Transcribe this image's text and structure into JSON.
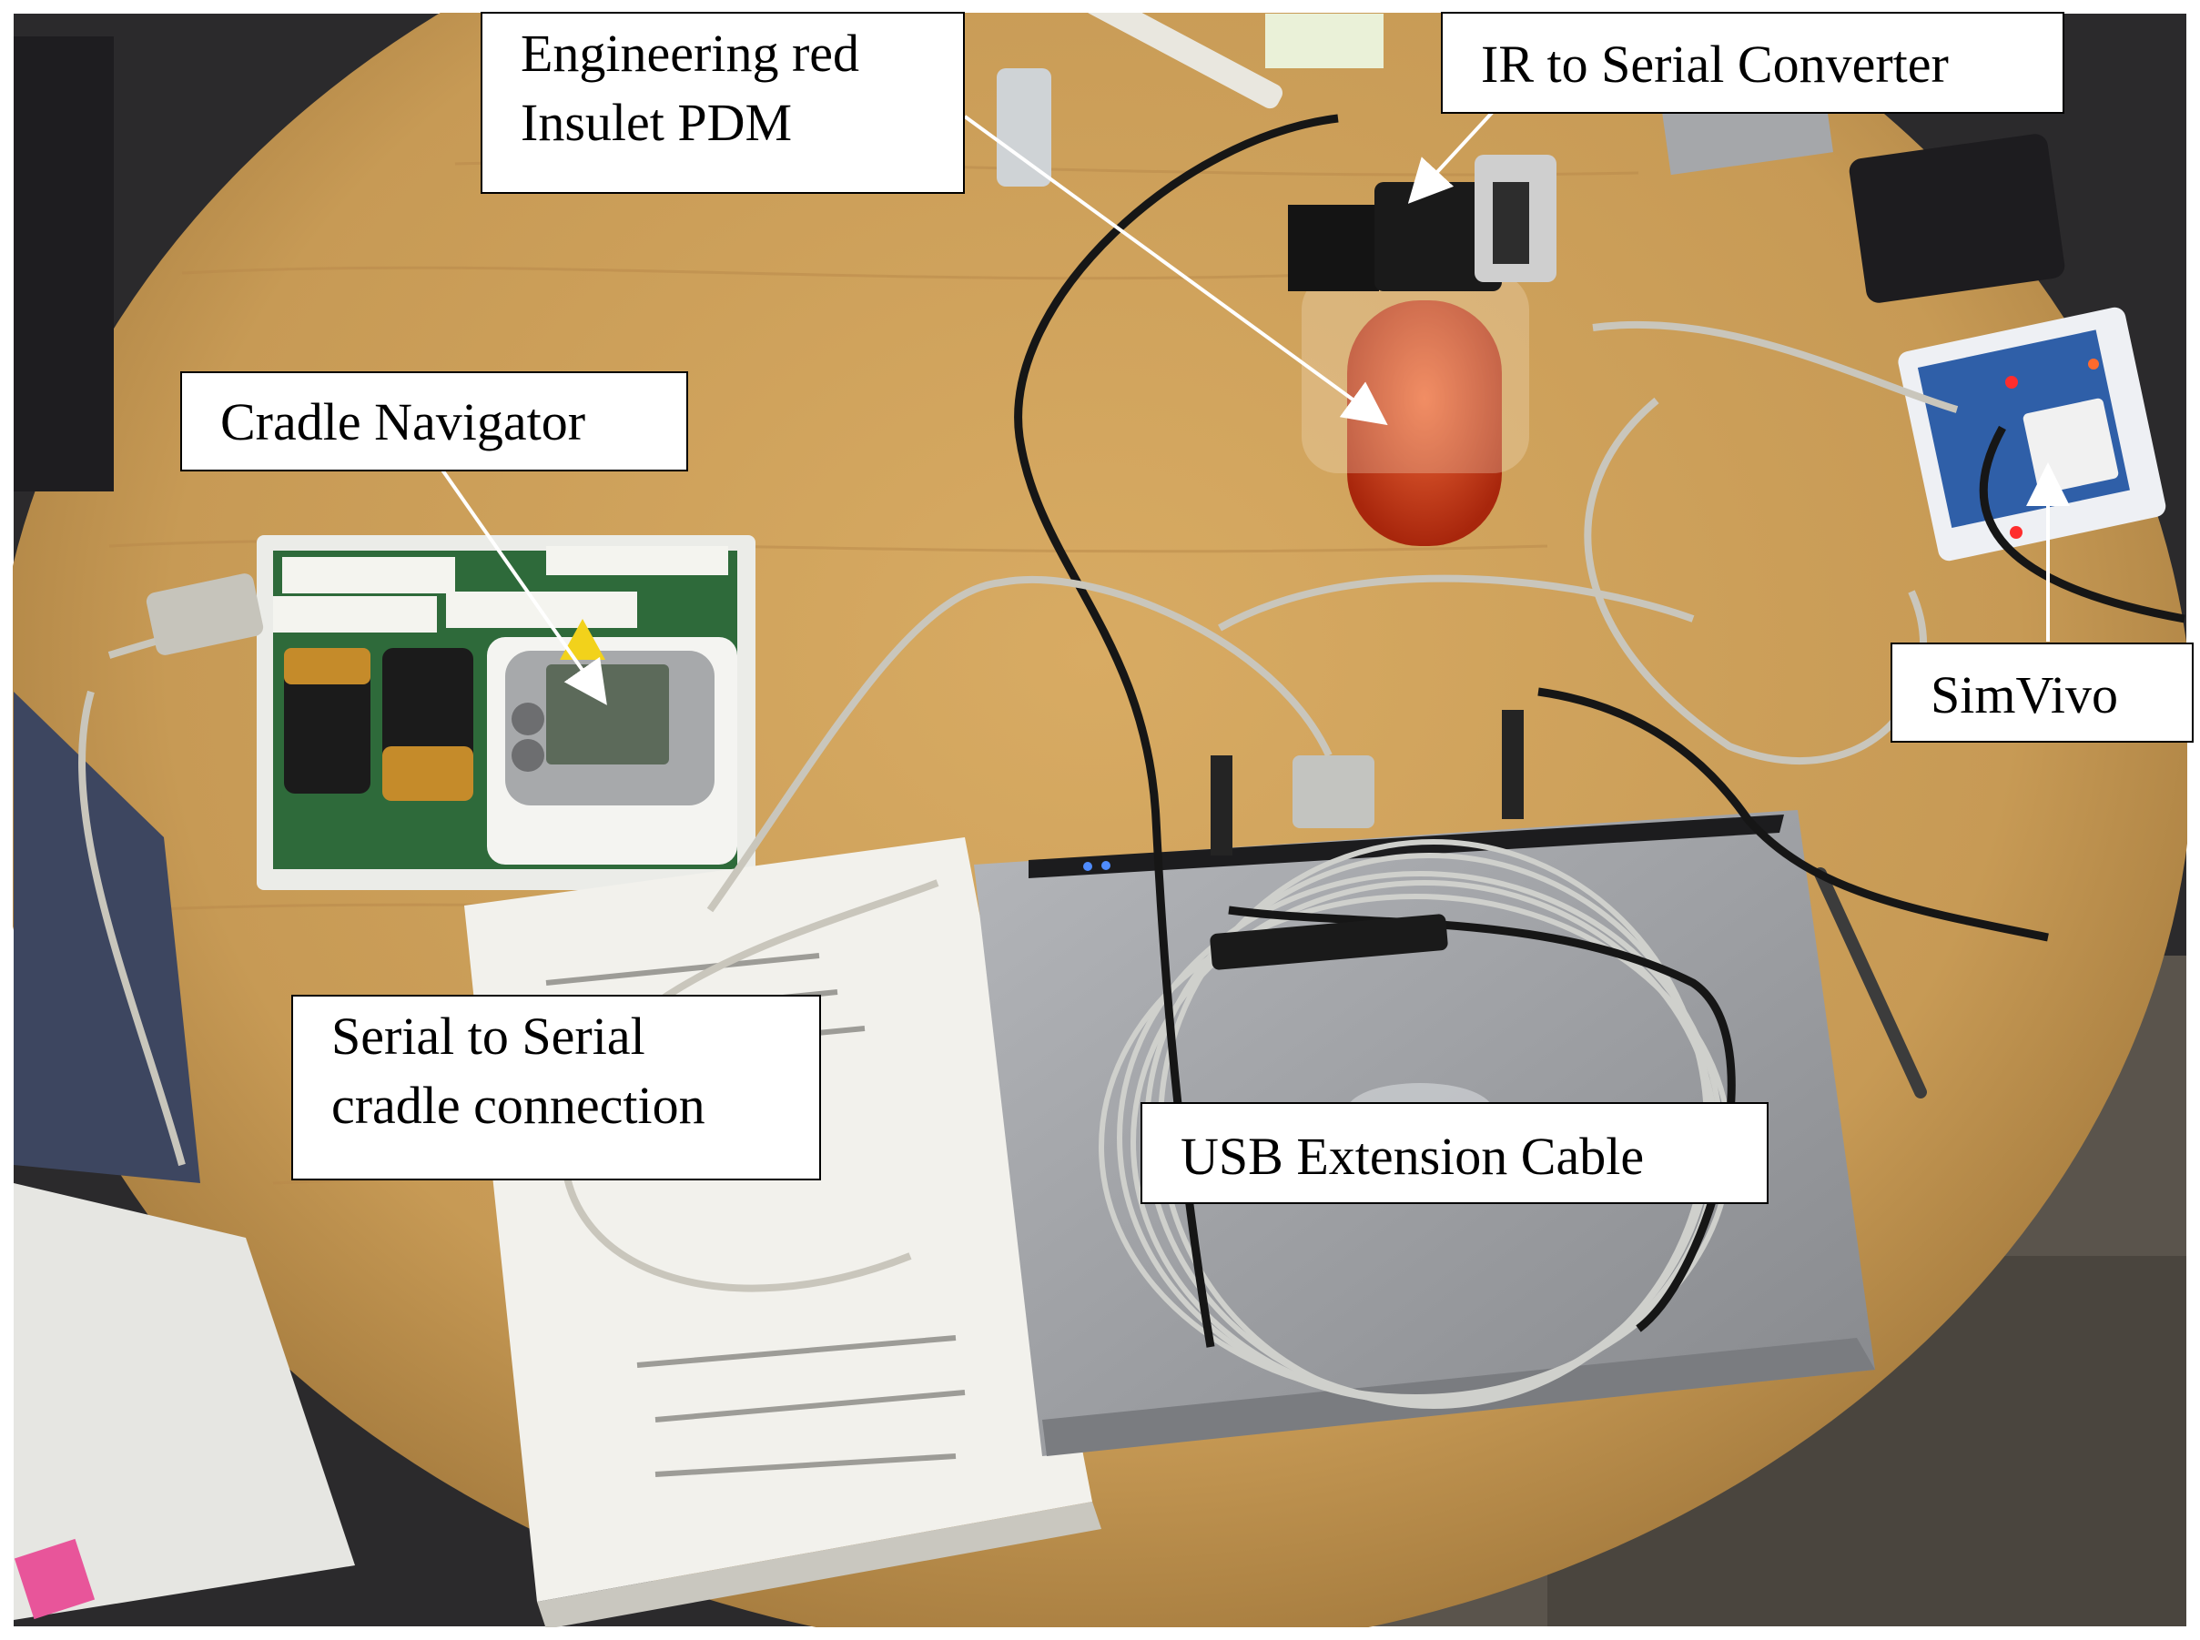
{
  "labels": {
    "pdm": {
      "line1": "Engineering red",
      "line2": "Insulet PDM"
    },
    "ir_converter": "IR to Serial Converter",
    "cradle_navigator": "Cradle Navigator",
    "simvivo": "SimVivo",
    "serial_connection": {
      "line1": "Serial to Serial",
      "line2": "cradle connection"
    },
    "usb_cable": "USB Extension Cable"
  },
  "colors": {
    "table_wood": "#c79a55",
    "table_wood_dark": "#9c7338",
    "background_dark": "#2b2a2c",
    "floor": "#5a544c",
    "laptop_silver": "#9d9fa3",
    "pdm_red": "#d9421c",
    "cradle_green": "#2e6a3a",
    "battery_gold": "#c58b2a",
    "simvivo_blue": "#2f5fa8",
    "cable_grey": "#c9c6bc",
    "paper": "#f2f1ec"
  }
}
